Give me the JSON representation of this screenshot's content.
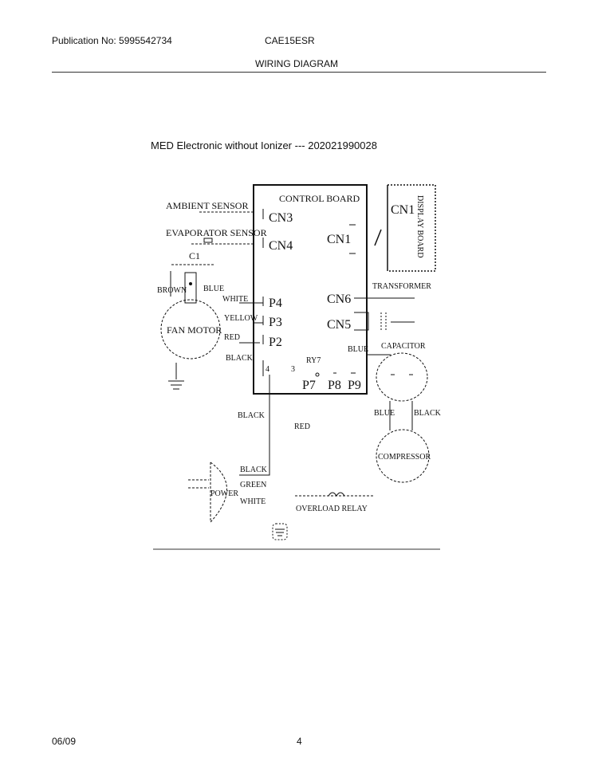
{
  "header": {
    "publication": "Publication No: 5995542734",
    "model": "CAE15ESR",
    "section_title": "WIRING DIAGRAM"
  },
  "diagram": {
    "subtitle": "MED Electronic without Ionizer --- 202021990028",
    "control_board": "CONTROL BOARD",
    "display_board": "DISPLAY BOARD",
    "connectors": {
      "cn1_left": "CN1",
      "cn1_right": "CN1",
      "cn3": "CN3",
      "cn4": "CN4",
      "cn5": "CN5",
      "cn6": "CN6",
      "p2": "P2",
      "p3": "P3",
      "p4": "P4",
      "p7": "P7",
      "p8": "P8",
      "p9": "P9",
      "ry7": "RY7",
      "pin4": "4",
      "pin3": "3"
    },
    "components": {
      "ambient_sensor": "AMBIENT SENSOR",
      "evaporator_sensor": "EVAPORATOR SENSOR",
      "c1": "C1",
      "fan_motor": "FAN MOTOR",
      "transformer": "TRANSFORMER",
      "capacitor": "CAPACITOR",
      "compressor": "COMPRESSOR",
      "power": "POWER",
      "overload_relay": "OVERLOAD RELAY"
    },
    "wires": {
      "brown": "BROWN",
      "blue_fan": "BLUE",
      "white_fan": "WHITE",
      "yellow": "YELLOW",
      "red_fan": "RED",
      "black_fan": "BLACK",
      "blue_cap": "BLUE",
      "black_left": "BLACK",
      "red_mid": "RED",
      "blue_comp": "BLUE",
      "black_comp": "BLACK",
      "black_power": "BLACK",
      "green_power": "GREEN",
      "white_power": "WHITE"
    }
  },
  "footer": {
    "date": "06/09",
    "page": "4"
  }
}
